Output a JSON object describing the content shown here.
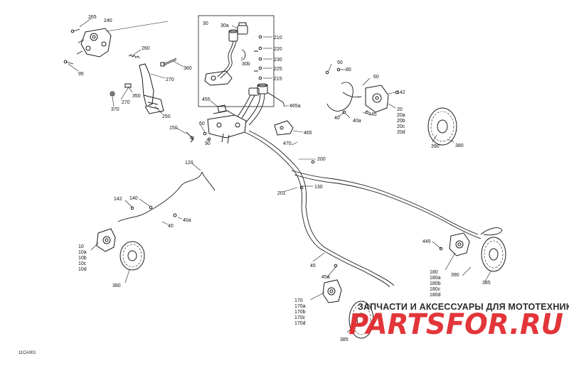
{
  "reference_code": "11CA001",
  "watermark": {
    "caption": "ЗАПЧАСТИ И АКСЕССУАРЫ ДЛЯ МОТОТЕХНИКИ",
    "logo": "PARTSFOR.RU",
    "accent_color": "#e0252a"
  },
  "callouts": [
    {
      "id": "c265",
      "text": "265"
    },
    {
      "id": "c240",
      "text": "240"
    },
    {
      "id": "c95",
      "text": "95"
    },
    {
      "id": "c260",
      "text": "260"
    },
    {
      "id": "c360",
      "text": "360"
    },
    {
      "id": "c270a",
      "text": "270"
    },
    {
      "id": "c350",
      "text": "350"
    },
    {
      "id": "c270b",
      "text": "270"
    },
    {
      "id": "c370",
      "text": "370"
    },
    {
      "id": "c250",
      "text": "250"
    },
    {
      "id": "c150",
      "text": "150"
    },
    {
      "id": "c60a",
      "text": "60"
    },
    {
      "id": "c90",
      "text": "90"
    },
    {
      "id": "c455",
      "text": "455"
    },
    {
      "id": "c30",
      "text": "30"
    },
    {
      "id": "c30a",
      "text": "30a"
    },
    {
      "id": "c30b",
      "text": "30b"
    },
    {
      "id": "c210",
      "text": "210"
    },
    {
      "id": "c220",
      "text": "220"
    },
    {
      "id": "c230",
      "text": "230"
    },
    {
      "id": "c225",
      "text": "225"
    },
    {
      "id": "c215",
      "text": "215"
    },
    {
      "id": "c465a",
      "text": "465a"
    },
    {
      "id": "c465",
      "text": "465"
    },
    {
      "id": "c470",
      "text": "470"
    },
    {
      "id": "c200",
      "text": "200"
    },
    {
      "id": "c201",
      "text": "201"
    },
    {
      "id": "c130",
      "text": "130"
    },
    {
      "id": "c120",
      "text": "120"
    },
    {
      "id": "c142a",
      "text": "142"
    },
    {
      "id": "c140",
      "text": "140"
    },
    {
      "id": "c40a",
      "text": "40"
    },
    {
      "id": "c40b",
      "text": "40a"
    },
    {
      "id": "c10",
      "text": "10"
    },
    {
      "id": "c10a",
      "text": "10a"
    },
    {
      "id": "c10b",
      "text": "10b"
    },
    {
      "id": "c10c",
      "text": "10c"
    },
    {
      "id": "c10d",
      "text": "10d"
    },
    {
      "id": "c380a",
      "text": "380"
    },
    {
      "id": "c50",
      "text": "50"
    },
    {
      "id": "c80",
      "text": "80"
    },
    {
      "id": "c60b",
      "text": "60"
    },
    {
      "id": "c142b",
      "text": "142"
    },
    {
      "id": "c445a",
      "text": "445"
    },
    {
      "id": "c40c",
      "text": "40a"
    },
    {
      "id": "c40d",
      "text": "40"
    },
    {
      "id": "c20",
      "text": "20"
    },
    {
      "id": "c20a",
      "text": "20a"
    },
    {
      "id": "c20b",
      "text": "20b"
    },
    {
      "id": "c20c",
      "text": "20c"
    },
    {
      "id": "c20d",
      "text": "20d"
    },
    {
      "id": "c390a",
      "text": "390"
    },
    {
      "id": "c380b",
      "text": "380"
    },
    {
      "id": "c45",
      "text": "45"
    },
    {
      "id": "c45a",
      "text": "45a"
    },
    {
      "id": "c445b",
      "text": "445"
    },
    {
      "id": "c180",
      "text": "180"
    },
    {
      "id": "c180a",
      "text": "180a"
    },
    {
      "id": "c180b",
      "text": "180b"
    },
    {
      "id": "c180c",
      "text": "180c"
    },
    {
      "id": "c180d",
      "text": "180d"
    },
    {
      "id": "c390b",
      "text": "390"
    },
    {
      "id": "c385a",
      "text": "385"
    },
    {
      "id": "c170",
      "text": "170"
    },
    {
      "id": "c170a",
      "text": "170a"
    },
    {
      "id": "c170b",
      "text": "170b"
    },
    {
      "id": "c170c",
      "text": "170c"
    },
    {
      "id": "c170d",
      "text": "170d"
    },
    {
      "id": "c385b",
      "text": "385"
    }
  ]
}
